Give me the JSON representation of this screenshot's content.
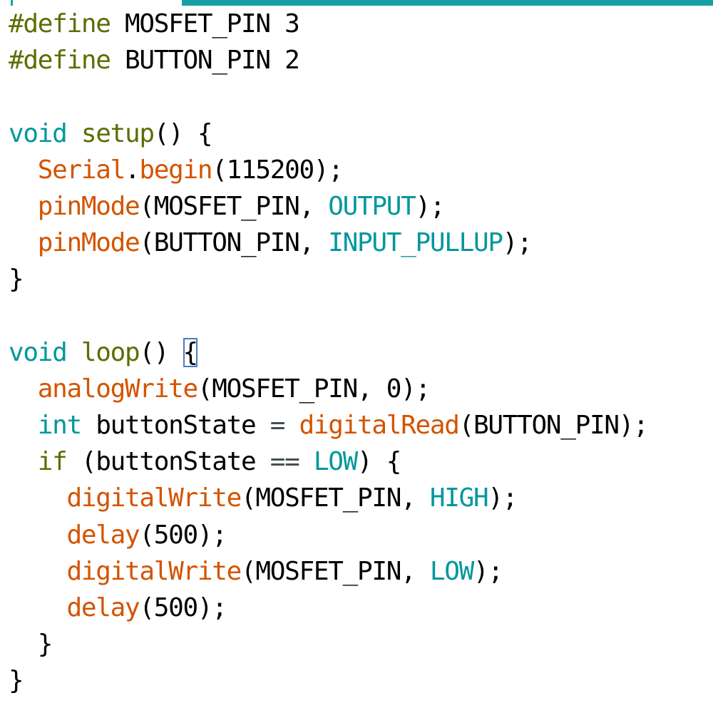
{
  "colors": {
    "preprocessor": "#5e6d03",
    "type_keyword": "#00979c",
    "function_name": "#5e6d03",
    "builtin_call": "#d35400",
    "constant": "#00979c",
    "plain": "#000000",
    "tab_accent": "#17a1a5",
    "bracket_highlight": "#4a7cc3"
  },
  "code": {
    "line1": {
      "kw": "#define",
      "rest": " MOSFET_PIN 3"
    },
    "line2": {
      "kw": "#define",
      "rest": " BUTTON_PIN 2"
    },
    "line4": {
      "type": "void",
      "fn": "setup",
      "rest": "() {"
    },
    "line5": {
      "indent": "  ",
      "obj": "Serial",
      "dot": ".",
      "fn": "begin",
      "rest": "(115200);"
    },
    "line6": {
      "indent": "  ",
      "fn": "pinMode",
      "open": "(MOSFET_PIN, ",
      "const": "OUTPUT",
      "close": ");"
    },
    "line7": {
      "indent": "  ",
      "fn": "pinMode",
      "open": "(BUTTON_PIN, ",
      "const": "INPUT_PULLUP",
      "close": ");"
    },
    "line8": {
      "text": "}"
    },
    "line10": {
      "type": "void",
      "fn": "loop",
      "rest": "() ",
      "brace": "{"
    },
    "line11": {
      "indent": "  ",
      "fn": "analogWrite",
      "rest": "(MOSFET_PIN, 0);"
    },
    "line12": {
      "indent": "  ",
      "type": "int",
      "mid": " buttonState ",
      "op": "=",
      "space": " ",
      "fn": "digitalRead",
      "rest": "(BUTTON_PIN);"
    },
    "line13": {
      "indent": "  ",
      "kw": "if",
      "mid": " (buttonState ",
      "op": "==",
      "space": " ",
      "const": "LOW",
      "rest": ") {"
    },
    "line14": {
      "indent": "    ",
      "fn": "digitalWrite",
      "open": "(MOSFET_PIN, ",
      "const": "HIGH",
      "close": ");"
    },
    "line15": {
      "indent": "    ",
      "fn": "delay",
      "rest": "(500);"
    },
    "line16": {
      "indent": "    ",
      "fn": "digitalWrite",
      "open": "(MOSFET_PIN, ",
      "const": "LOW",
      "close": ");"
    },
    "line17": {
      "indent": "    ",
      "fn": "delay",
      "rest": "(500);"
    },
    "line18": {
      "text": "  }"
    },
    "line19": {
      "text": "}"
    }
  }
}
